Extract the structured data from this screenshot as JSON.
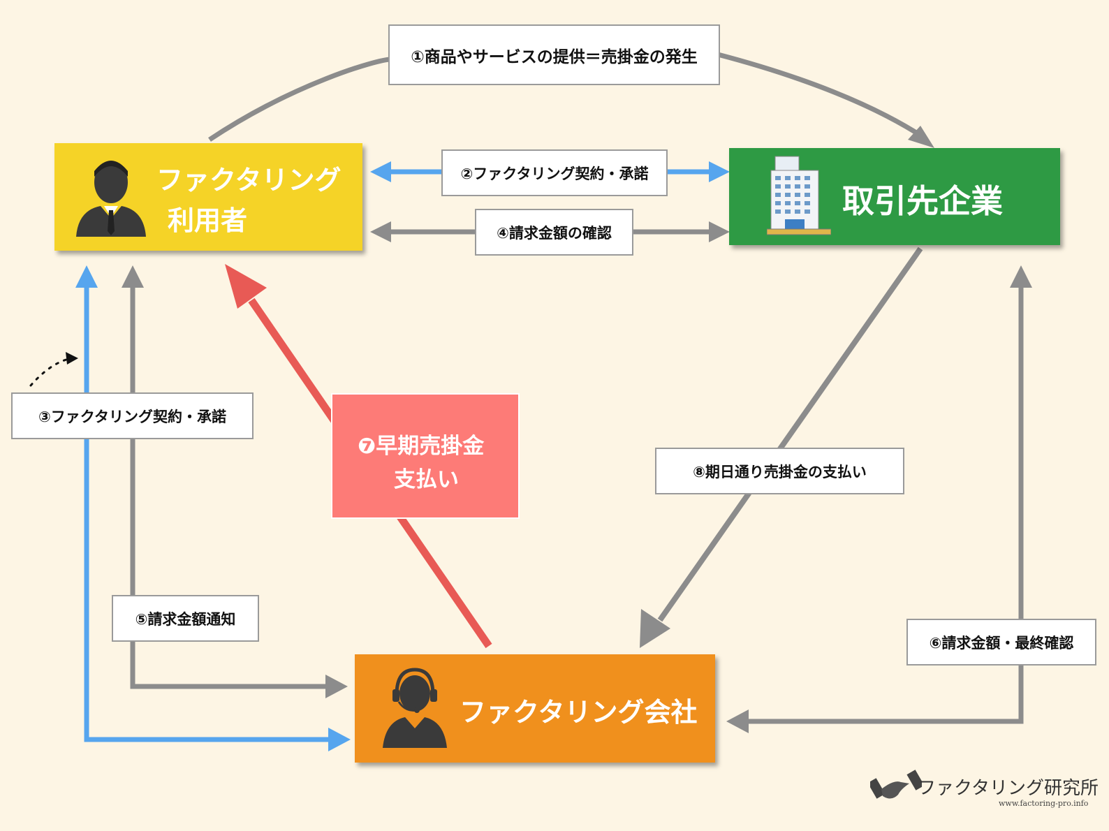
{
  "entities": {
    "user": {
      "line1": "ファクタリング",
      "line2": "利用者",
      "color": "#f5d327"
    },
    "client": {
      "title": "取引先企業",
      "color": "#2e9a44"
    },
    "factoring_company": {
      "title": "ファクタリング会社",
      "color": "#f0901d"
    }
  },
  "labels": {
    "step1": "①商品やサービスの提供＝売掛金の発生",
    "step2": "②ファクタリング契約・承諾",
    "step3": "③ファクタリング契約・承諾",
    "step4": "④請求金額の確認",
    "step5": "⑤請求金額通知",
    "step6": "⑥請求金額・最終確認",
    "step7_line1": "❼早期売掛金",
    "step7_line2": "支払い",
    "step8": "⑧期日通り売掛金の支払い"
  },
  "logo": {
    "name": "ファクタリング研究所",
    "url": "www.factoring-pro.info"
  },
  "colors": {
    "gray_arrow": "#8c8c8c",
    "blue_arrow": "#56a5ee",
    "red_arrow": "#e85a55",
    "step7_box": "#fd7b77"
  }
}
